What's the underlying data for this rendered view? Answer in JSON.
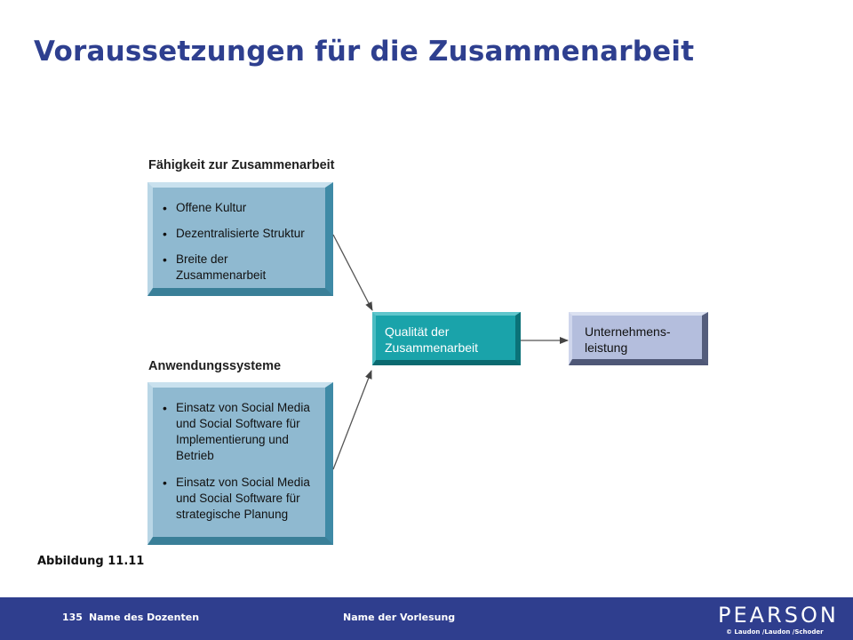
{
  "slide": {
    "title": "Voraussetzungen für die Zusammenarbeit",
    "caption": "Abbildung 11.11"
  },
  "diagram": {
    "top_group": {
      "label": "Fähigkeit zur Zusammenarbeit",
      "items": [
        "Offene Kultur",
        "Dezentralisierte Struktur",
        "Breite der Zusammenarbeit"
      ]
    },
    "bottom_group": {
      "label": "Anwendungssysteme",
      "items": [
        "Einsatz von Social Media und Social Software für Implementierung und Betrieb",
        "Einsatz von Social Media und Social Software für strategische Planung"
      ]
    },
    "center_box": {
      "label": "Qualität der\nZusammenarbeit"
    },
    "result_box": {
      "label": "Unternehmens-\nleistung"
    },
    "colors": {
      "input_box": "#8fb9d0",
      "center_box": "#1aa3aa",
      "result_box": "#b4bedd",
      "arrow": "#444444"
    }
  },
  "footer": {
    "page_number": "135",
    "lecturer": "Name des Dozenten",
    "course": "Name der Vorlesung",
    "brand": "PEARSON",
    "copyright": "© Laudon /Laudon /Schoder",
    "color": "#2f3e8e"
  }
}
